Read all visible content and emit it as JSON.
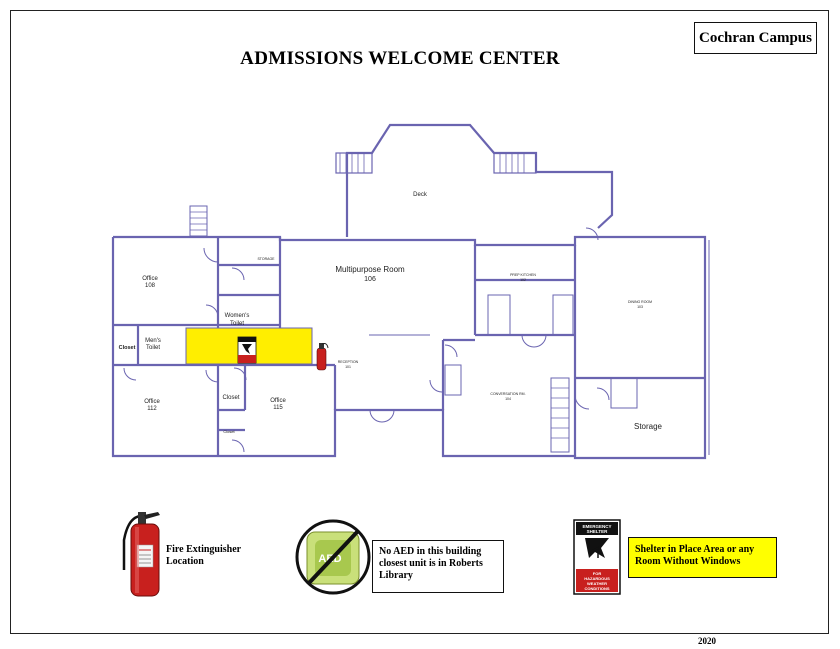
{
  "header": {
    "title": "ADMISSIONS WELCOME CENTER",
    "campus": "Cochran Campus",
    "year": "2020"
  },
  "rooms": {
    "deck": "Deck",
    "multipurpose": "Multipurpose Room",
    "multipurpose_num": "106",
    "office108": "Office",
    "office108_num": "108",
    "storage_small": "STORAGE",
    "womens_toilet": "Women's",
    "womens_toilet2": "Toilet",
    "mens_toilet": "Men's",
    "mens_toilet2": "Toilet",
    "closet_left": "Closet",
    "office112": "Office",
    "office112_num": "112",
    "closet_mid": "Closet",
    "closet_small": "Closet",
    "office115": "Office",
    "office115_num": "115",
    "reception": "RECEPTION",
    "reception_num": "101",
    "prep_kitchen": "PREP KITCHEN",
    "prep_kitchen_num": "102",
    "dining_room": "DINING ROOM",
    "dining_room_num": "103",
    "conversation_rm": "CONVERSATION RM.",
    "conversation_num": "104",
    "storage": "Storage"
  },
  "legend": {
    "fire_extinguisher": "Fire Extinguisher Location",
    "aed_badge": "AED",
    "aed_note": "No AED in this building closest unit is in Roberts Library",
    "shelter_sign_top": "EMERGENCY SHELTER",
    "shelter_sign_bottom": "FOR HAZARDOUS WEATHER CONDITIONS",
    "shelter_note": "Shelter in Place Area or any Room Without Windows"
  },
  "colors": {
    "walls": "#6a64b0",
    "shelter_highlight": "#ffee00",
    "extinguisher_red": "#c8201e",
    "aed_green": "#c9e07a"
  },
  "icons": {
    "extinguisher": "fire-extinguisher-icon",
    "aed": "aed-icon",
    "shelter": "emergency-shelter-sign-icon"
  }
}
